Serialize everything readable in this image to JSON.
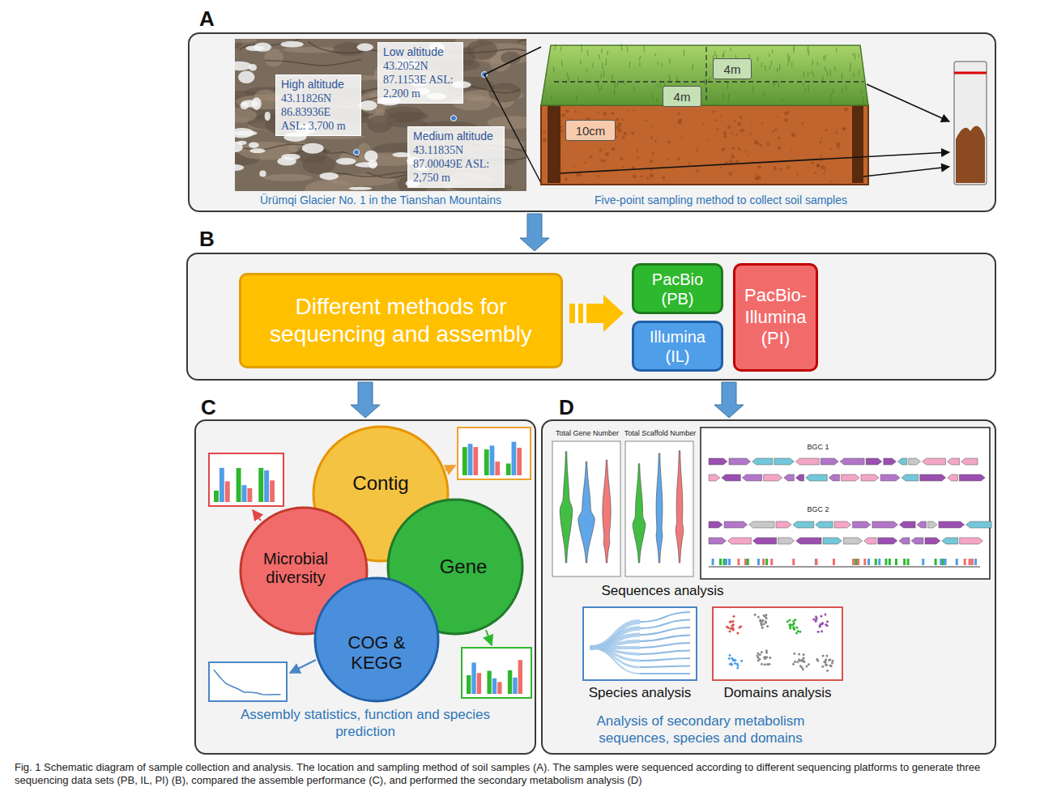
{
  "diagram": {
    "caption": "Fig. 1 Schematic diagram of sample collection and analysis. The location and sampling method of soil samples (A). The samples were sequenced according to different sequencing platforms to generate three sequencing data sets (PB, IL, PI) (B), compared the assemble performance (C), and performed the secondary metabolism analysis (D)",
    "nodes": [
      {
        "text": [
          "A"
        ]
      },
      {
        "text": [
          "High altitude",
          "43.11826N 86.83936E ASL: 3,700 m"
        ],
        "in": 0
      },
      {
        "text": [
          "Low altitude",
          "43.2052N 87.1153E ASL: 2,200 m"
        ],
        "in": 0
      },
      {
        "text": [
          "Medium altitude",
          "43.11835N 87.00049E ASL: 2,750 m"
        ],
        "in": 0
      },
      {
        "text": [
          "4m"
        ],
        "in": 0
      },
      {
        "text": [
          "4m"
        ],
        "in": 0
      },
      {
        "text": [
          "10cm"
        ],
        "in": 0
      },
      {
        "text": [
          "B"
        ]
      },
      {
        "text": [
          "Different methods for sequencing and assembly"
        ],
        "in": 7
      },
      {
        "text": [
          "PacBio (PB)"
        ],
        "in": 7
      },
      {
        "text": [
          "Illumina (IL)"
        ],
        "in": 7
      },
      {
        "text": [
          "PacBio-Illumina (PI)"
        ],
        "in": 7
      },
      {
        "text": [
          "C",
          "Assembly statistics, function and species prediction"
        ]
      },
      {
        "text": [
          "Contig"
        ],
        "in": 12
      },
      {
        "text": [
          "Microbial diversity"
        ],
        "in": 12
      },
      {
        "text": [
          "Gene"
        ],
        "in": 12
      },
      {
        "text": [
          "COG & KEGG"
        ],
        "in": 12
      },
      {
        "text": [
          "D",
          "Analysis of secondary metabolism sequences, species and domains"
        ]
      }
    ],
    "edges": [
      {
        "from": 0,
        "to": 7,
        "arrow": "to"
      },
      {
        "from": 7,
        "to": 12,
        "arrow": "to"
      },
      {
        "from": 7,
        "to": 17,
        "arrow": "to"
      }
    ],
    "labels": [
      "Ürümqi Glacier No. 1 in the Tianshan Mountains",
      "Five-point sampling method to collect soil samples",
      "Total Gene Number",
      "Total Scaffold Number",
      "BGC 1",
      "BGC 2",
      "Sequences analysis",
      "Species analysis",
      "Domains analysis"
    ]
  }
}
